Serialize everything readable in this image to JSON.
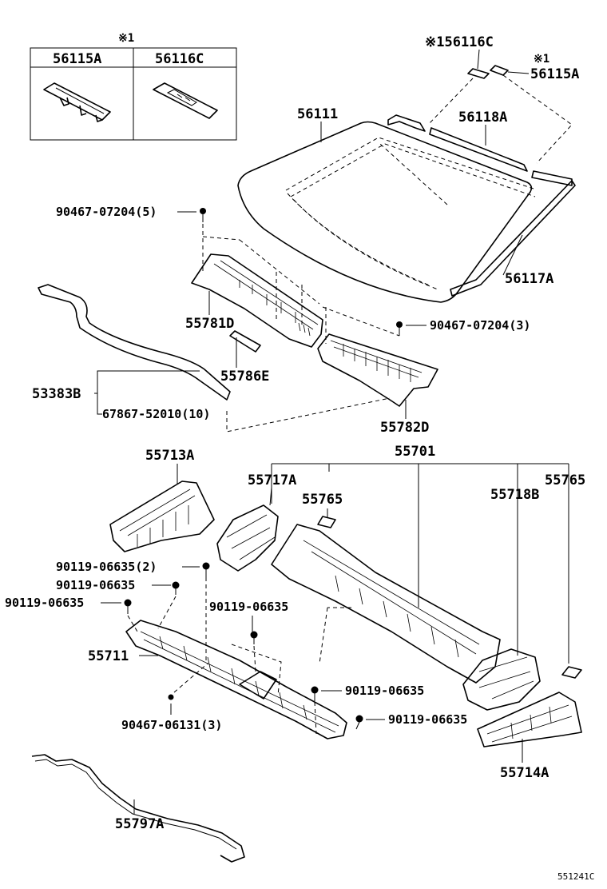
{
  "diagram": {
    "inset_table": {
      "note": "※1",
      "col1": "56115A",
      "col2": "56116C"
    },
    "labels": {
      "p56116C_top": "※156116C",
      "p56115A_note": "※1",
      "p56115A": "56115A",
      "p56111": "56111",
      "p56118A": "56118A",
      "p56117A": "56117A",
      "p90467_07204_5": "90467-07204(5)",
      "p90467_07204_3": "90467-07204(3)",
      "p55781D": "55781D",
      "p55786E": "55786E",
      "p53383B": "53383B",
      "p67867_52010": "67867-52010(10)",
      "p55782D": "55782D",
      "p55701": "55701",
      "p55713A": "55713A",
      "p55717A": "55717A",
      "p55765_a": "55765",
      "p55765_b": "55765",
      "p55718B": "55718B",
      "p90119_06635_2": "90119-06635(2)",
      "p90119_06635_a": "90119-06635",
      "p90119_06635_b": "90119-06635",
      "p90119_06635_c": "90119-06635",
      "p90119_06635_d": "90119-06635",
      "p90119_06635_e": "90119-06635",
      "p55711": "55711",
      "p90467_06131": "90467-06131(3)",
      "p55714A": "55714A",
      "p55797A": "55797A",
      "diagram_code": "551241C"
    }
  }
}
